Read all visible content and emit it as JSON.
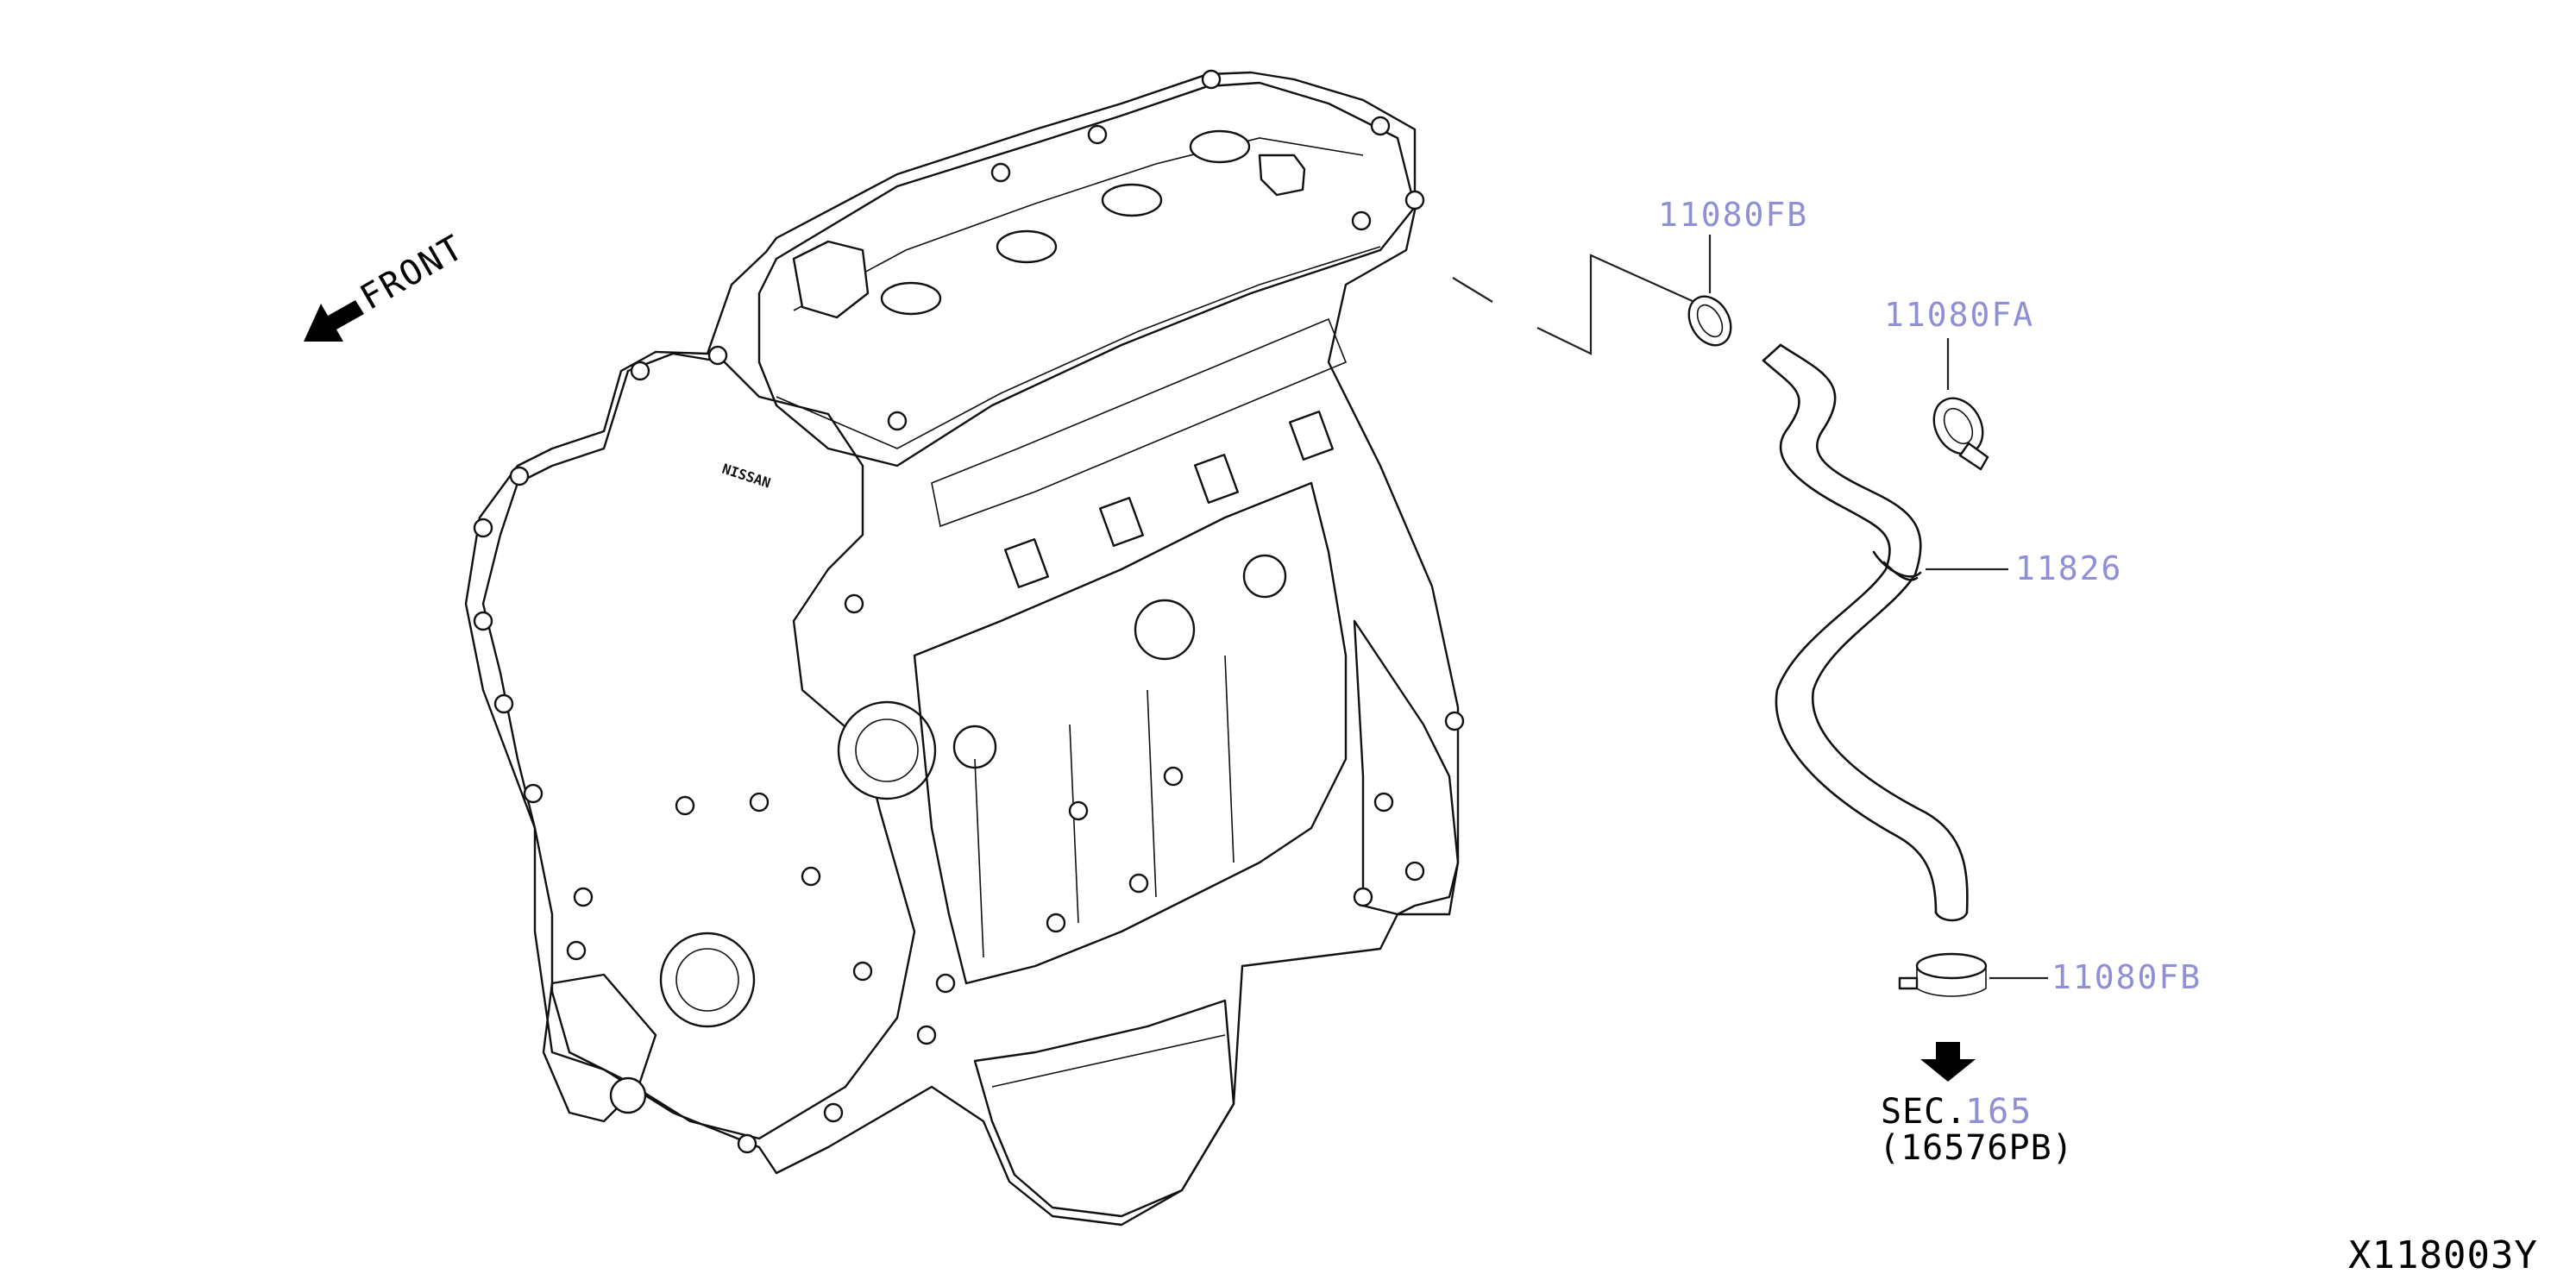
{
  "front_label": "FRONT",
  "callouts": {
    "clamp_upper": "11080FB",
    "clamp_mid": "11080FA",
    "hose": "11826",
    "clamp_lower": "11080FB"
  },
  "section_ref": {
    "prefix": "SEC.",
    "number": "165",
    "part": "(16576PB)"
  },
  "diagram_code": "X118003Y",
  "engine_badge": "NISSAN",
  "colors": {
    "callout": "#8f8fd6",
    "line": "#111111"
  }
}
